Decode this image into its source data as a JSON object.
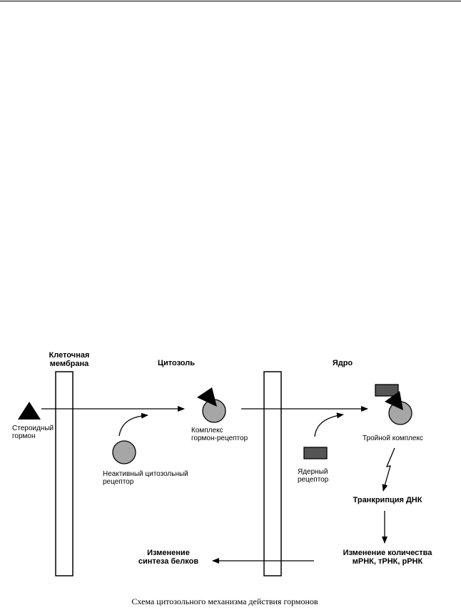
{
  "headers": {
    "membrane_line1": "Клеточная",
    "membrane_line2": "мембрана",
    "cytosol": "Цитозоль",
    "nucleus": "Ядро"
  },
  "labels": {
    "steroid_line1": "Стероидный",
    "steroid_line2": "гормон",
    "inactive_line1": "Неактивный цитозольный",
    "inactive_line2": "рецептор",
    "complex_line1": "Комплекс",
    "complex_line2": "гормон-рецептор",
    "nuclear_line1": "Ядерный",
    "nuclear_line2": "рецептор",
    "triple": "Тройной комплекс"
  },
  "steps": {
    "transcription": "Транкрипция ДНК",
    "rna_line1": "Изменение количества",
    "rna_line2": "мРНК, тРНК, рРНК",
    "protein_line1": "Изменение",
    "protein_line2": "синтеза белков"
  },
  "caption": "Схема цитозольного механизма действия гормонов",
  "colors": {
    "receptor_fill": "#a6a6a6",
    "nuclear_receptor_fill": "#555555",
    "ink": "#000000"
  }
}
